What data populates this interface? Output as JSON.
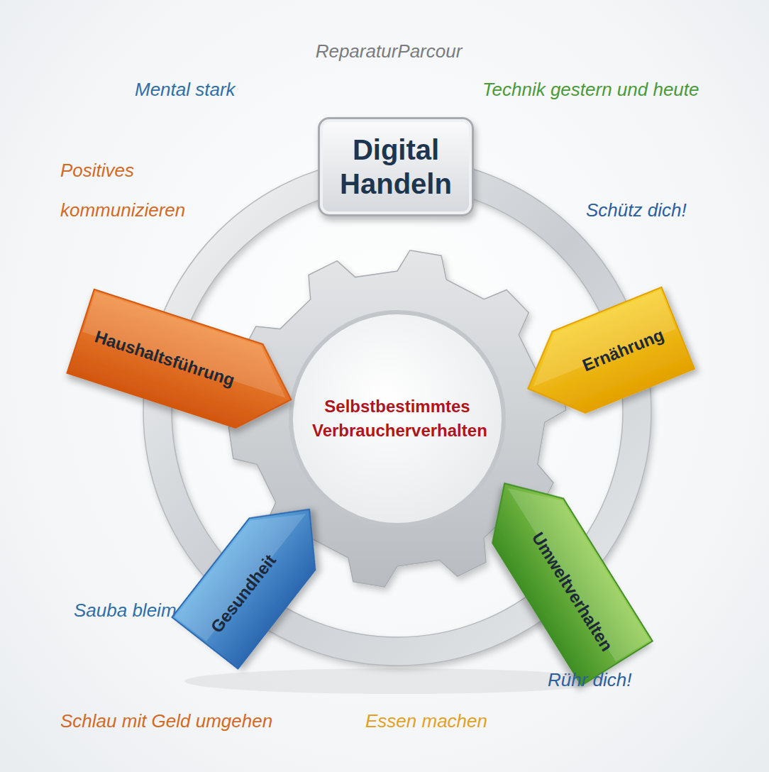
{
  "diagram": {
    "nodes": [
      {
        "text": [
          "Digital Handeln"
        ]
      },
      {
        "text": [
          "Haushaltsführung"
        ]
      },
      {
        "text": [
          "Selbstbestimmtes Verbraucherverhalten"
        ]
      },
      {
        "text": [
          "Ernährung"
        ]
      },
      {
        "text": [
          "Gesundheit"
        ]
      },
      {
        "text": [
          "Umweltverhalten"
        ]
      }
    ],
    "labels": [
      "ReparaturParcour",
      "Mental stark",
      "Technik gestern und heute",
      "Positives kommunizieren",
      "Schütz dich!",
      "Sauba bleim",
      "Rühr dich!",
      "Schlau mit Geld umgehen",
      "Essen machen"
    ]
  }
}
